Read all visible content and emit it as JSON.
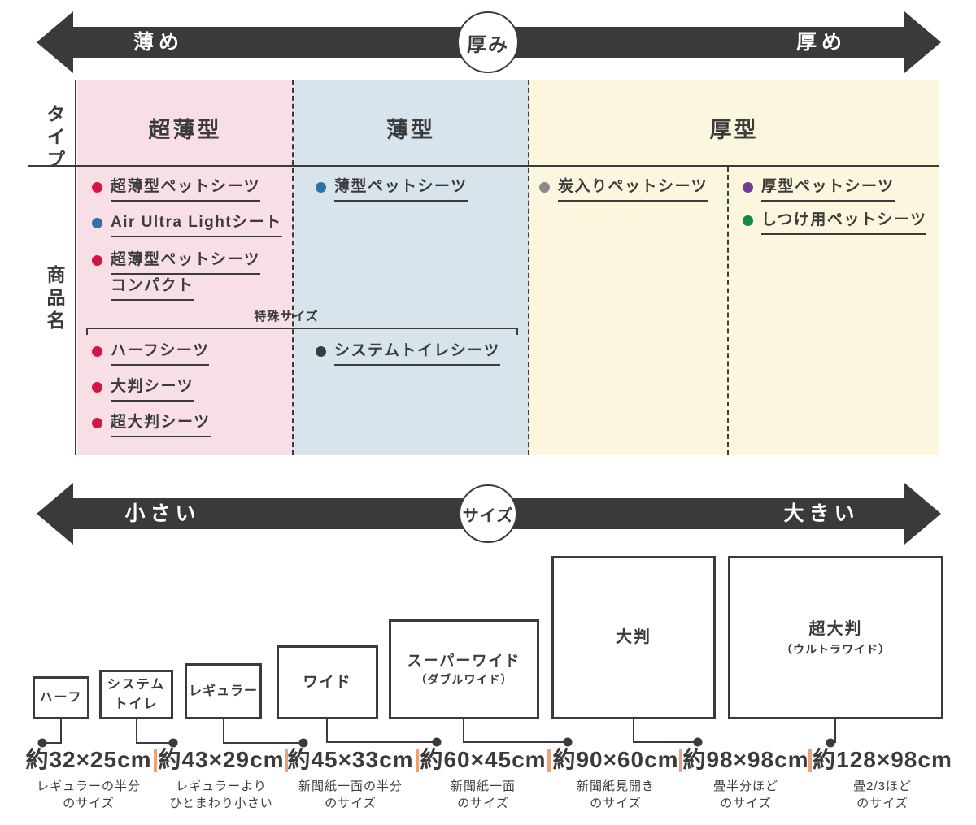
{
  "colors": {
    "dark": "#3b3b3b",
    "col_ultrathin_bg": "#f8dfe5",
    "col_thin_bg": "#d8e4eb",
    "col_thick_bg": "#fdf6de",
    "red_bullet": "#d41642",
    "blue_bullet": "#2d73a6",
    "gray_bullet": "#8b8b8b",
    "purple_bullet": "#6f3f98",
    "green_bullet": "#118a42",
    "black_bullet": "#3b3b3b",
    "orange_separator": "#f0a173"
  },
  "thickness_axis": {
    "left": "薄め",
    "center": "厚み",
    "right": "厚め"
  },
  "type_table": {
    "row_label_type": "タイプ",
    "row_label_product": "商品名",
    "headers": [
      "超薄型",
      "薄型",
      "厚型"
    ],
    "products_ultrathin": [
      {
        "label": "超薄型ペットシーツ",
        "bullet": "#d41642"
      },
      {
        "label": "Air Ultra Lightシート",
        "bullet": "#2d73a6"
      },
      {
        "label": "超薄型ペットシーツ",
        "label2": "コンパクト",
        "bullet": "#d41642"
      }
    ],
    "products_thin": [
      {
        "label": "薄型ペットシーツ",
        "bullet": "#2d73a6"
      }
    ],
    "products_thick": [
      {
        "label": "炭入りペットシーツ",
        "bullet": "#8b8b8b"
      },
      {
        "label": "厚型ペットシーツ",
        "bullet": "#6f3f98"
      },
      {
        "label": "しつけ用ペットシーツ",
        "bullet": "#118a42"
      }
    ],
    "special_label": "特殊サイズ",
    "special_ultrathin": [
      {
        "label": "ハーフシーツ",
        "bullet": "#d41642"
      },
      {
        "label": "大判シーツ",
        "bullet": "#d41642"
      },
      {
        "label": "超大判シーツ",
        "bullet": "#d41642"
      }
    ],
    "special_thin": [
      {
        "label": "システムトイレシーツ",
        "bullet": "#3b3b3b"
      }
    ]
  },
  "size_axis": {
    "left": "小さい",
    "center": "サイズ",
    "right": "大きい"
  },
  "sizes": [
    {
      "name": "ハーフ",
      "dim": "約32×25cm",
      "desc1": "レギュラーの半分",
      "desc2": "のサイズ"
    },
    {
      "name": "システム",
      "name2": "トイレ",
      "dim": "約43×29cm",
      "desc1": "レギュラーより",
      "desc2": "ひとまわり小さい"
    },
    {
      "name": "レギュラー",
      "dim": "約45×33cm",
      "desc1": "新聞紙一面の半分",
      "desc2": "のサイズ"
    },
    {
      "name": "ワイド",
      "dim": "約60×45cm",
      "desc1": "新聞紙一面",
      "desc2": "のサイズ"
    },
    {
      "name": "スーパーワイド",
      "name2": "（ダブルワイド）",
      "dim": "約90×60cm",
      "desc1": "新聞紙見開き",
      "desc2": "のサイズ"
    },
    {
      "name": "大判",
      "dim": "約98×98cm",
      "desc1": "畳半分ほど",
      "desc2": "のサイズ"
    },
    {
      "name": "超大判",
      "name2": "（ウルトラワイド）",
      "dim": "約128×98cm",
      "desc1": "畳2/3ほど",
      "desc2": "のサイズ"
    }
  ]
}
